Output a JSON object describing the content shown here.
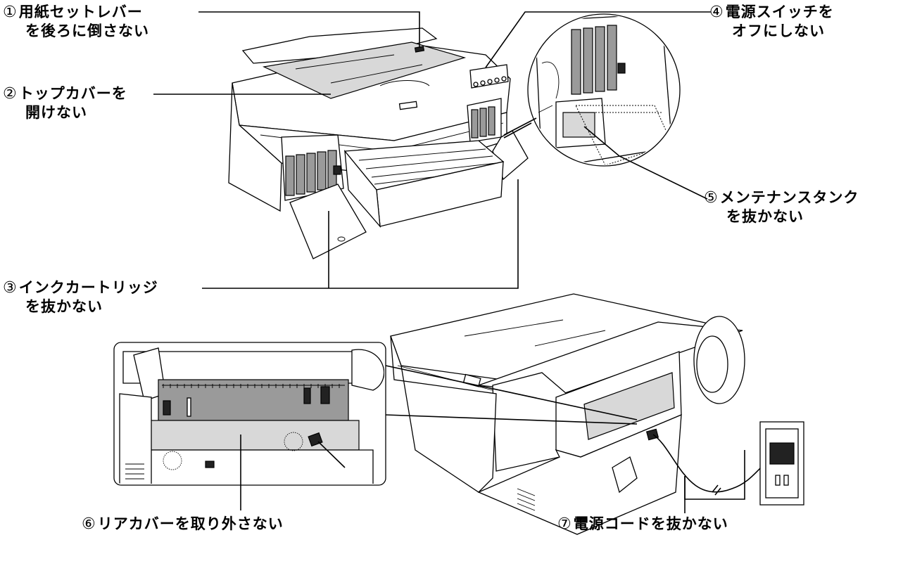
{
  "callouts": [
    {
      "id": "1",
      "mark": "①",
      "line1": "用紙セットレバー",
      "line2": "を後ろに倒さない"
    },
    {
      "id": "2",
      "mark": "②",
      "line1": "トップカバーを",
      "line2": "開けない"
    },
    {
      "id": "3",
      "mark": "③",
      "line1": "インクカートリッジ",
      "line2": "を抜かない"
    },
    {
      "id": "4",
      "mark": "④",
      "line1": "電源スイッチを",
      "line2": "オフにしない"
    },
    {
      "id": "5",
      "mark": "⑤",
      "line1": "メンテナンスタンク",
      "line2": "を抜かない"
    },
    {
      "id": "6",
      "mark": "⑥",
      "line1": "リアカバーを取り外さない",
      "line2": ""
    },
    {
      "id": "7",
      "mark": "⑦",
      "line1": "電源コードを抜かない",
      "line2": ""
    }
  ]
}
